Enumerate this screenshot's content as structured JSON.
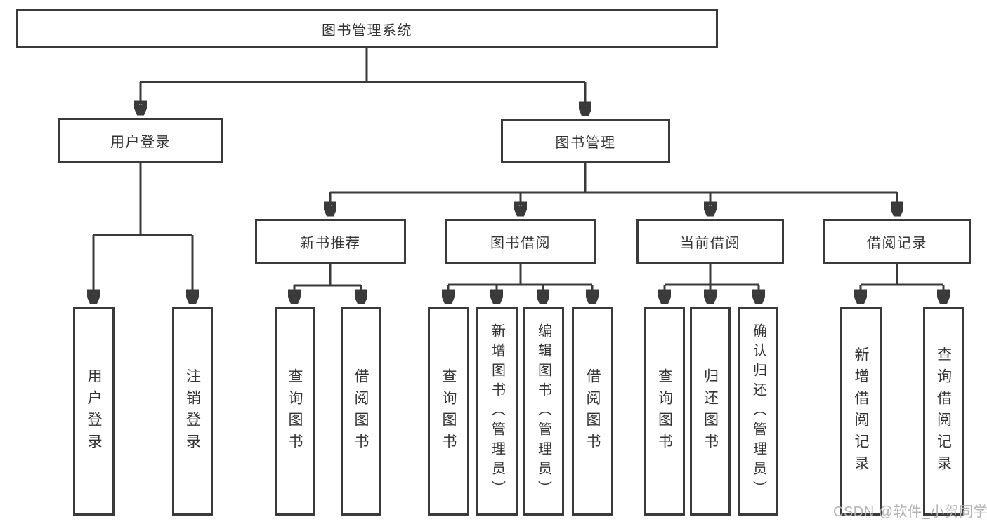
{
  "tree": {
    "root": {
      "label": "图书管理系统"
    },
    "branches": [
      {
        "label": "用户登录",
        "leaves": [
          "用户登录",
          "注销登录"
        ]
      },
      {
        "label": "图书管理",
        "groups": [
          {
            "label": "新书推荐",
            "leaves": [
              "查询图书",
              "借阅图书"
            ]
          },
          {
            "label": "图书借阅",
            "leaves": [
              "查询图书",
              "新增图书（管理员）",
              "编辑图书（管理员）",
              "借阅图书"
            ]
          },
          {
            "label": "当前借阅",
            "leaves": [
              "查询图书",
              "归还图书",
              "确认归还（管理员）"
            ]
          },
          {
            "label": "借阅记录",
            "leaves": [
              "新增借阅记录",
              "查询借阅记录"
            ]
          }
        ]
      }
    ]
  },
  "watermark": "CSDN @软件_小贺同学",
  "colors": {
    "line": "#3a3a3a",
    "box_border": "#3a3a3a",
    "text": "#333333",
    "watermark": "#b3b3b3",
    "background": "#ffffff"
  }
}
